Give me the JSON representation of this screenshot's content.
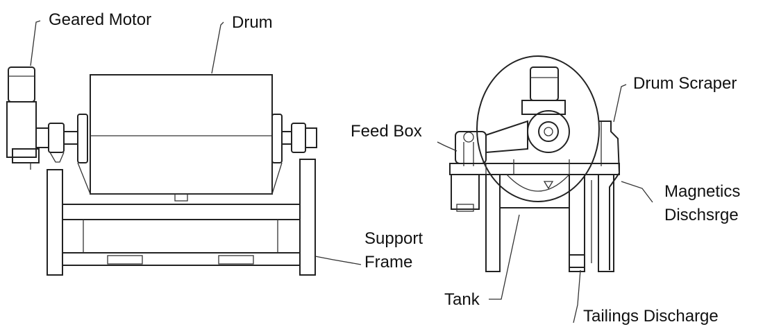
{
  "labels": {
    "geared_motor": "Geared Motor",
    "drum": "Drum",
    "support_frame_line1": "Support",
    "support_frame_line2": "Frame",
    "feed_box": "Feed Box",
    "drum_scraper": "Drum Scraper",
    "magnetics_line1": "Magnetics",
    "magnetics_line2": "Dischsrge",
    "tank": "Tank",
    "tailings_discharge": "Tailings Discharge"
  }
}
